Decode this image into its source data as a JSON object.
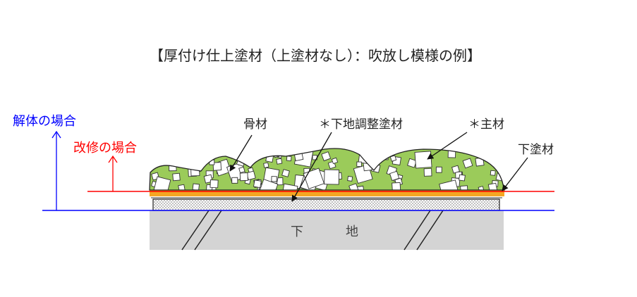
{
  "title": "【厚付け仕上塗材（上塗材なし）：吹放し模様の例】",
  "labels": {
    "demolition": "解体の場合",
    "renovation": "改修の場合",
    "aggregate": "骨材",
    "base_adjust": "＊下地調整塗材",
    "main_material": "＊主材",
    "undercoat": "下塗材",
    "substrate_1": "下",
    "substrate_2": "地"
  },
  "colors": {
    "demolition_line": "#0000ff",
    "renovation_line": "#ff0000",
    "main_material_fill": "#9bcb5a",
    "undercoat_fill": "#f5a623",
    "substrate_fill": "#d4d4d4"
  }
}
